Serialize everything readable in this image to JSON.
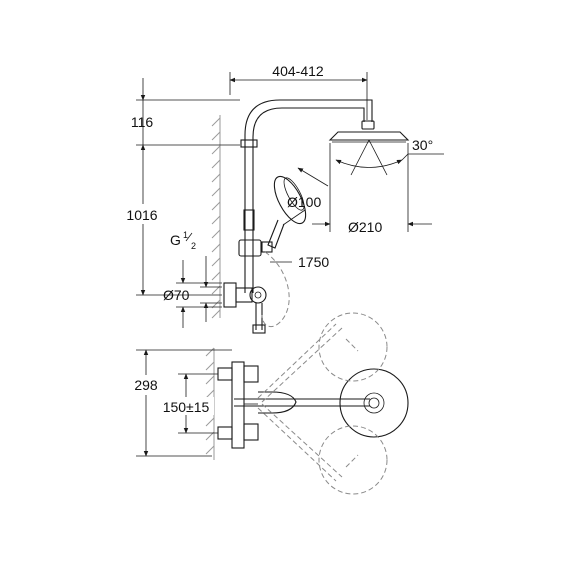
{
  "dimensions": {
    "arm_reach": "404-412",
    "top_height": "116",
    "rail_height": "1016",
    "thread_g": "G",
    "thread_num": "1",
    "thread_den": "2",
    "valve_dia": "Ø70",
    "angle": "30°",
    "hand_shower_dia": "Ø100",
    "head_shower_dia": "Ø210",
    "hose_length": "1750",
    "valve_height": "298",
    "inlet_spacing": "150±15"
  },
  "colors": {
    "line": "#1a1a1a",
    "hatch": "#9a9a9a",
    "ghost": "#8a8a8a"
  }
}
